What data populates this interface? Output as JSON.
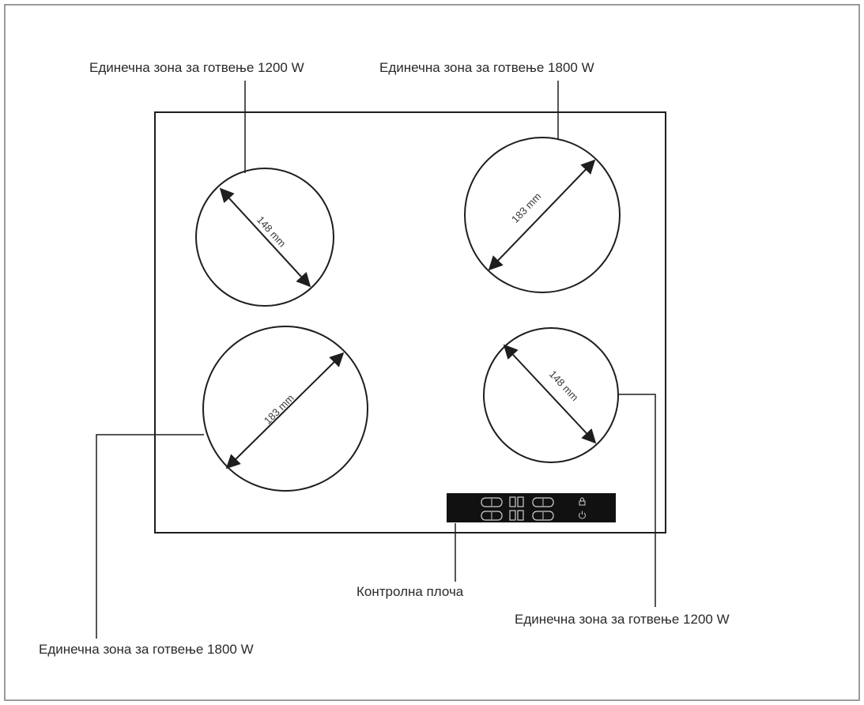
{
  "labels": {
    "top_left": "Единечна зона за готвење 1200 W",
    "top_right": "Единечна зона за готвење 1800 W",
    "bottom_left": "Единечна зона за готвење 1800 W",
    "bottom_right": "Единечна зона за готвење 1200 W",
    "control_panel": "Контролна плоча"
  },
  "zones": {
    "top_left": {
      "diameter": "148 mm"
    },
    "top_right": {
      "diameter": "183 mm"
    },
    "bottom_left": {
      "diameter": "183 mm"
    },
    "bottom_right": {
      "diameter": "148 mm"
    }
  },
  "colors": {
    "line": "#1e1e1e",
    "panel": "#111111",
    "panel_symbols": "#cfcfcf"
  }
}
